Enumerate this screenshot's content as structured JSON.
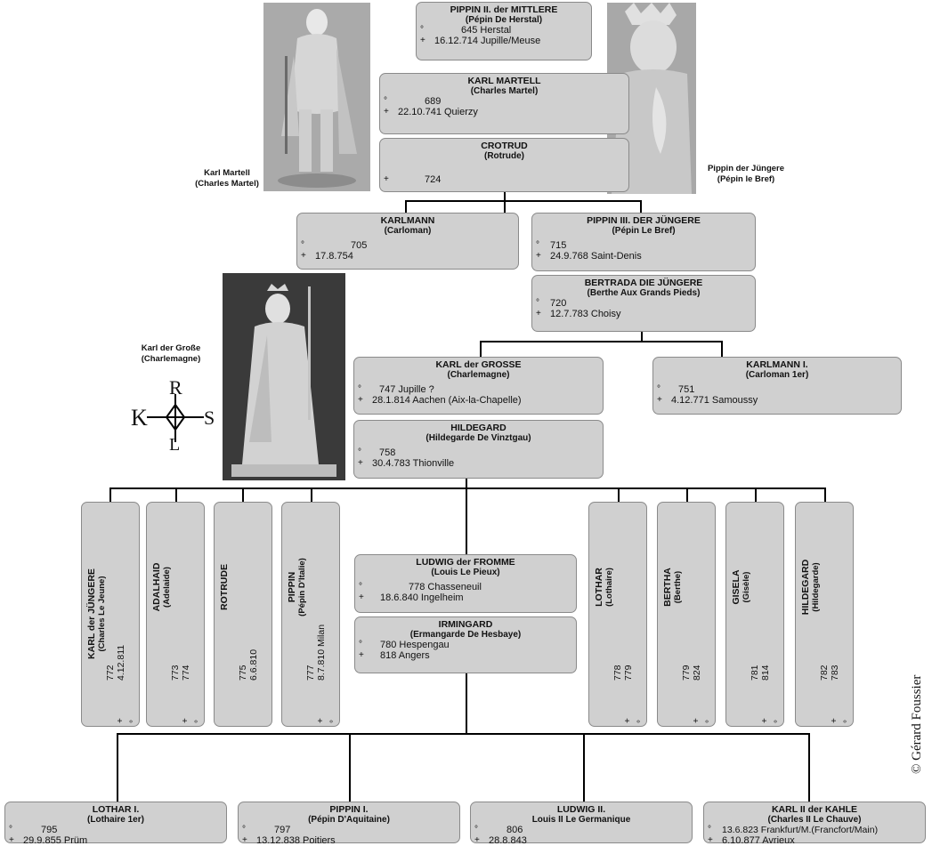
{
  "persons": {
    "pippin2": {
      "name": "PIPPIN II. der MITTLERE",
      "alias": "(Pépin De Herstal)",
      "birth": "645 Herstal",
      "death": "16.12.714 Jupille/Meuse"
    },
    "karlmartell": {
      "name": "KARL MARTELL",
      "alias": "(Charles Martel)",
      "birth": "689",
      "death": "22.10.741 Quierzy"
    },
    "crotrud": {
      "name": "CROTRUD",
      "alias": "(Rotrude)",
      "birth": "",
      "death": "724"
    },
    "karlmann": {
      "name": "KARLMANN",
      "alias": "(Carloman)",
      "birth": "705",
      "death": "17.8.754"
    },
    "pippin3": {
      "name": "PIPPIN III. DER JÜNGERE",
      "alias": "(Pépin Le Bref)",
      "birth": "715",
      "death": "24.9.768 Saint-Denis"
    },
    "bertrada": {
      "name": "BERTRADA DIE JÜNGERE",
      "alias": "(Berthe Aux Grands Pieds)",
      "birth": "720",
      "death": "12.7.783 Choisy"
    },
    "karlgrosse": {
      "name": "KARL der GROSSE",
      "alias": "(Charlemagne)",
      "birth": "747 Jupille ?",
      "death": "28.1.814 Aachen (Aix-la-Chapelle)"
    },
    "karlmann1": {
      "name": "KARLMANN I.",
      "alias": "(Carloman 1er)",
      "birth": "751",
      "death": "4.12.771 Samoussy"
    },
    "hildegard": {
      "name": "HILDEGARD",
      "alias": "(Hildegarde De Vinztgau)",
      "birth": "758",
      "death": "30.4.783 Thionville"
    },
    "ludwig": {
      "name": "LUDWIG der FROMME",
      "alias": "(Louis Le Pieux)",
      "birth": "778 Chasseneuil",
      "death": "18.6.840 Ingelheim"
    },
    "irmingard": {
      "name": "IRMINGARD",
      "alias": "(Ermangarde De Hesbaye)",
      "birth": "780 Hespengau",
      "death": "818 Angers"
    },
    "lothar1": {
      "name": "LOTHAR I.",
      "alias": "(Lothaire 1er)",
      "birth": "795",
      "death": "29.9.855 Prüm"
    },
    "pippin1": {
      "name": "PIPPIN I.",
      "alias": "(Pépin D'Aquitaine)",
      "birth": "797",
      "death": "13.12.838 Poitiers"
    },
    "ludwig2": {
      "name": "LUDWIG II.",
      "alias": "Louis II Le Germanique",
      "birth": "806",
      "death": "28.8.843"
    },
    "karl2": {
      "name": "KARL II der KAHLE",
      "alias": "(Charles II Le Chauve)",
      "birth": "13.6.823 Frankfurt/M.(Francfort/Main)",
      "death": "6.10.877 Avrieux"
    }
  },
  "children": [
    {
      "name": "KARL der JÜNGERE",
      "alias": "(Charles Le Jeune)",
      "birth": "772",
      "death": "4.12.811"
    },
    {
      "name": "ADALHAID",
      "alias": "(Adelaide)",
      "birth": "773",
      "death": "774"
    },
    {
      "name": "ROTRUDE",
      "alias": "",
      "birth": "775",
      "death": "6.6.810"
    },
    {
      "name": "PIPPIN",
      "alias": "(Pépin D'Italie)",
      "birth": "777",
      "death": "8.7.810 Milan"
    },
    {
      "name": "LOTHAR",
      "alias": "(Lothaire)",
      "birth": "778",
      "death": "779"
    },
    {
      "name": "BERTHA",
      "alias": "(Berthe)",
      "birth": "779",
      "death": "824"
    },
    {
      "name": "GISELA",
      "alias": "(Gisèle)",
      "birth": "781",
      "death": "814"
    },
    {
      "name": "HILDEGARD",
      "alias": "(Hildegarde)",
      "birth": "782",
      "death": "783"
    }
  ],
  "symbols": {
    "birth": "°",
    "death": "+"
  },
  "captions": {
    "karlmartell_name": "Karl Martell",
    "karlmartell_alias": "(Charles Martel)",
    "pippin_name": "Pippin der Jüngere",
    "pippin_alias": "(Pépin le Bref)",
    "karl_name": "Karl der Große",
    "karl_alias": "(Charlemagne)"
  },
  "monogram": {
    "top": "R",
    "left": "K",
    "right": "S",
    "bottom": "L"
  },
  "copyright": "© Gérard Foussier",
  "colors": {
    "box": "#d0d0d0",
    "border": "#8a8a8a",
    "line": "#000000"
  }
}
